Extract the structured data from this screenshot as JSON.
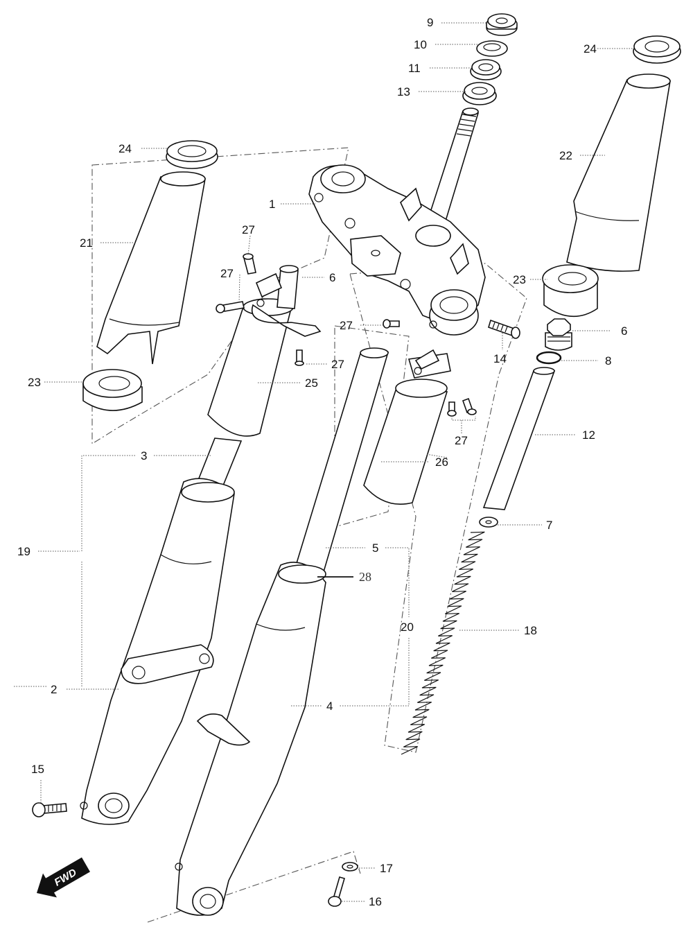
{
  "colors": {
    "line": "#111111",
    "leader": "#555555",
    "background": "#ffffff"
  },
  "direction_badge": {
    "text": "FWD"
  },
  "callouts": {
    "c1": "1",
    "c2": "2",
    "c3": "3",
    "c4": "4",
    "c5": "5",
    "c6a": "6",
    "c6b": "6",
    "c7": "7",
    "c8": "8",
    "c9": "9",
    "c10": "10",
    "c11": "11",
    "c12": "12",
    "c13": "13",
    "c14": "14",
    "c15": "15",
    "c16": "16",
    "c17": "17",
    "c18": "18",
    "c19": "19",
    "c20": "20",
    "c21": "21",
    "c22": "22",
    "c23a": "23",
    "c23b": "23",
    "c24a": "24",
    "c24b": "24",
    "c25": "25",
    "c26": "26",
    "c27a": "27",
    "c27b": "27",
    "c27c": "27",
    "c27d": "27",
    "c27e": "27",
    "c28": "28"
  }
}
